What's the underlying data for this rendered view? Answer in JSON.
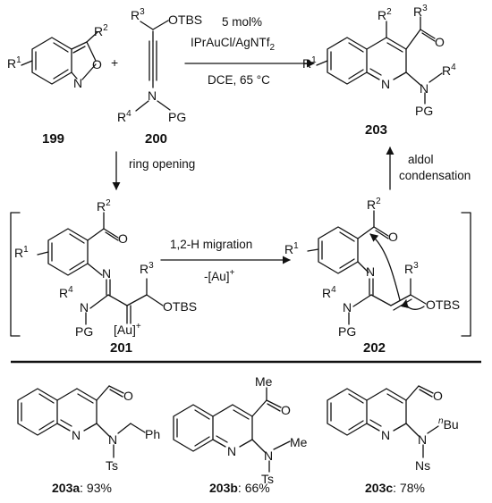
{
  "reaction": {
    "catalyst_loading": "5 mol%",
    "catalyst_name": "IPrAuCl/AgNTf",
    "catalyst_sub": "2",
    "solvent_temp": "DCE, 65 °C",
    "plus": "+",
    "step_ring_opening": "ring opening",
    "step_migration": "1,2-H migration",
    "step_loss": "-[Au]",
    "step_loss_sup": "+",
    "step_aldol_1": "aldol",
    "step_aldol_2": "condensation"
  },
  "compounds": {
    "c199": {
      "label": "199",
      "R1": "R",
      "R1_sup": "1",
      "R2": "R",
      "R2_sup": "2",
      "N": "N",
      "O": "O"
    },
    "c200": {
      "label": "200",
      "R3": "R",
      "R3_sup": "3",
      "OTBS": "OTBS",
      "N": "N",
      "R4": "R",
      "R4_sup": "4",
      "PG": "PG"
    },
    "c203": {
      "label": "203",
      "R1": "R",
      "R1_sup": "1",
      "R2": "R",
      "R2_sup": "2",
      "R3": "R",
      "R3_sup": "3",
      "O": "O",
      "N_ring": "N",
      "N_amine": "N",
      "R4": "R",
      "R4_sup": "4",
      "PG": "PG"
    },
    "c201": {
      "label": "201",
      "R1": "R",
      "R1_sup": "1",
      "R2": "R",
      "R2_sup": "2",
      "R3": "R",
      "R3_sup": "3",
      "O": "O",
      "N_imine": "N",
      "N_amine": "N",
      "R4": "R",
      "R4_sup": "4",
      "PG": "PG",
      "OTBS": "OTBS",
      "Au": "[Au]",
      "Au_sup": "+"
    },
    "c202": {
      "label": "202",
      "R1": "R",
      "R1_sup": "1",
      "R2": "R",
      "R2_sup": "2",
      "R3": "R",
      "R3_sup": "3",
      "O": "O",
      "N_imine": "N",
      "N_amine": "N",
      "R4": "R",
      "R4_sup": "4",
      "PG": "PG",
      "OTBS": "OTBS"
    }
  },
  "examples": [
    {
      "label": "203a",
      "yield": ": 93%",
      "O": "O",
      "N_ring": "N",
      "N_amine": "N",
      "sub1": "Ph",
      "sub2": "Ts"
    },
    {
      "label": "203b",
      "yield": ": 66%",
      "O": "O",
      "N_ring": "N",
      "N_amine": "N",
      "acyl": "Me",
      "sub1": "Me",
      "sub2": "Ts"
    },
    {
      "label": "203c",
      "yield": ": 78%",
      "O": "O",
      "N_ring": "N",
      "N_amine": "N",
      "sub1_pre": "n",
      "sub1": "Bu",
      "sub2": "Ns"
    }
  ]
}
